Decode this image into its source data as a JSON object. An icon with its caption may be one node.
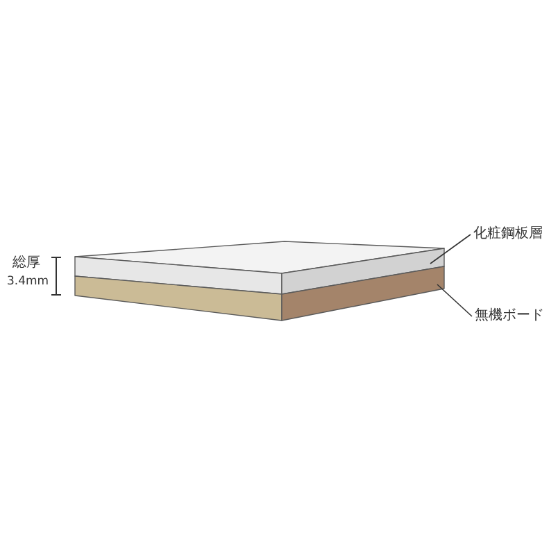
{
  "diagram": {
    "nodes": [
      {
        "text": [
          "化粧鋼板層"
        ]
      },
      {
        "text": [],
        "shape": "box"
      },
      {
        "text": [
          "無機ボード"
        ]
      },
      {
        "text": [],
        "shape": "box"
      }
    ],
    "edges": [
      {
        "from": 0,
        "to": 1,
        "arrow": "none"
      },
      {
        "from": 2,
        "to": 3,
        "arrow": "none"
      }
    ],
    "labels": [
      "総厚",
      "3.4mm"
    ]
  }
}
